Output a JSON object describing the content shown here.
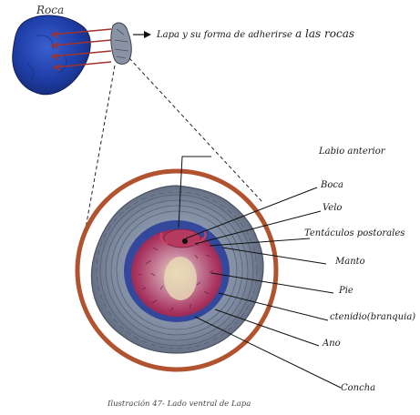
{
  "title_top": "Roca",
  "heading": "Lapa y su forma de adherirse a las rocas",
  "heading_prefix": "Lapa y su forma de adherirse",
  "heading_suffix": "a las rocas",
  "labels": [
    "Labio anterior",
    "Boca",
    "Velo",
    "Tentáculos postorales",
    "Manto",
    "Pie",
    "ctenidio(branquia)",
    "Ano",
    "Concha"
  ],
  "caption": "Ilustración 47- Lado ventral de Lapa",
  "colors": {
    "rock": "#1f3fa8",
    "shell_ring": "#b0532e",
    "shell_body": "#7e8aa0",
    "mantle": "#2a3f9a",
    "foot": "#b33a63",
    "arrow": "#a0332b"
  }
}
